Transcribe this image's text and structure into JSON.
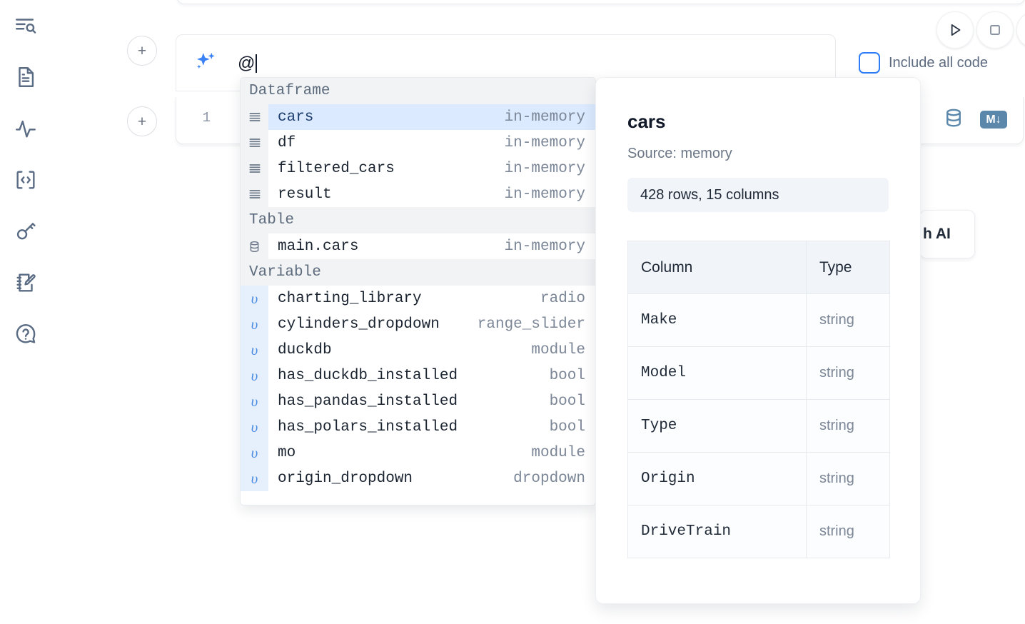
{
  "sidebar": {
    "items": [
      {
        "name": "outline-search-icon",
        "label": "Outline / Search"
      },
      {
        "name": "file-document-icon",
        "label": "File"
      },
      {
        "name": "activity-pulse-icon",
        "label": "Activity"
      },
      {
        "name": "code-brackets-icon",
        "label": "Snippets"
      },
      {
        "name": "key-icon",
        "label": "Secrets"
      },
      {
        "name": "scratchpad-edit-icon",
        "label": "Scratchpad"
      },
      {
        "name": "help-question-icon",
        "label": "Help"
      }
    ]
  },
  "toolbar": {
    "run_label": "Run",
    "stop_label": "Stop",
    "more_label": "More",
    "add_cell_label": "+"
  },
  "prompt": {
    "value": "@",
    "placeholder": "",
    "sparkle_label": "AI"
  },
  "options": {
    "include_all_code_label": "Include all code",
    "include_all_code_checked": false
  },
  "cell": {
    "line_number": "1",
    "database_icon_label": "Database",
    "markdown_icon_label": "M"
  },
  "ai_card": {
    "label": "h AI"
  },
  "autocomplete": {
    "groups": [
      {
        "title": "Dataframe",
        "icon": "dataframe-icon",
        "kind": "dataframe",
        "items": [
          {
            "name": "cars",
            "meta": "in-memory",
            "selected": true
          },
          {
            "name": "df",
            "meta": "in-memory",
            "selected": false
          },
          {
            "name": "filtered_cars",
            "meta": "in-memory",
            "selected": false
          },
          {
            "name": "result",
            "meta": "in-memory",
            "selected": false
          }
        ]
      },
      {
        "title": "Table",
        "icon": "table-database-icon",
        "kind": "table",
        "items": [
          {
            "name": "main.cars",
            "meta": "in-memory",
            "selected": false
          }
        ]
      },
      {
        "title": "Variable",
        "icon": "variable-icon",
        "kind": "variable",
        "items": [
          {
            "name": "charting_library",
            "meta": "radio",
            "selected": false
          },
          {
            "name": "cylinders_dropdown",
            "meta": "range_slider",
            "selected": false
          },
          {
            "name": "duckdb",
            "meta": "module",
            "selected": false
          },
          {
            "name": "has_duckdb_installed",
            "meta": "bool",
            "selected": false
          },
          {
            "name": "has_pandas_installed",
            "meta": "bool",
            "selected": false
          },
          {
            "name": "has_polars_installed",
            "meta": "bool",
            "selected": false
          },
          {
            "name": "mo",
            "meta": "module",
            "selected": false
          },
          {
            "name": "origin_dropdown",
            "meta": "dropdown",
            "selected": false
          }
        ]
      }
    ]
  },
  "detail": {
    "title": "cars",
    "source": "Source: memory",
    "shape": "428 rows, 15 columns",
    "columns_header": "Column",
    "type_header": "Type",
    "rows": [
      {
        "column": "Make",
        "type": "string"
      },
      {
        "column": "Model",
        "type": "string"
      },
      {
        "column": "Type",
        "type": "string"
      },
      {
        "column": "Origin",
        "type": "string"
      },
      {
        "column": "DriveTrain",
        "type": "string"
      }
    ]
  },
  "colors": {
    "accent_blue": "#3b82f6",
    "selection_blue": "#dbeafe",
    "icon_grey": "#5a6b84",
    "panel_grey": "#f1f3f5"
  }
}
